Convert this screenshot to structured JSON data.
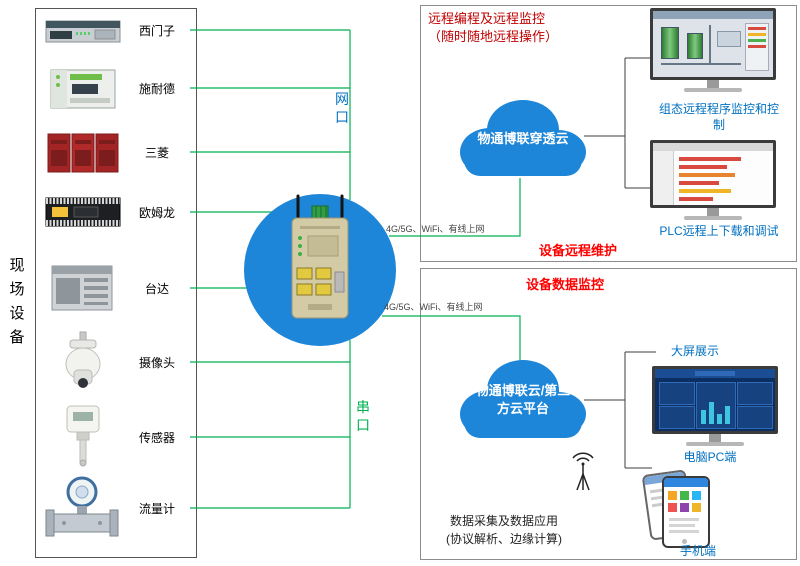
{
  "left_panel": {
    "label": "现场设备",
    "devices": [
      "西门子",
      "施耐德",
      "三菱",
      "欧姆龙",
      "台达",
      "摄像头",
      "传感器",
      "流量计"
    ]
  },
  "gateway": {
    "network_port_label": "网口",
    "serial_port_label": "串口"
  },
  "links": {
    "top": "4G/5G、WiFi、有线上网",
    "bottom": "4G/5G、WiFi、有线上网"
  },
  "remote_panel": {
    "title": "远程编程及远程监控",
    "subtitle": "（随时随地远程操作）",
    "cloud": "物通博联穿透云",
    "monitor1_caption": "组态远程程序监控和控制",
    "monitor2_caption": "PLC远程上下载和调试",
    "badge": "设备远程维护"
  },
  "data_panel": {
    "title": "设备数据监控",
    "cloud": "物通博联云/第三方云平台",
    "big_screen": "大屏展示",
    "pc": "电脑PC端",
    "phone": "手机端",
    "footer1": "数据采集及数据应用",
    "footer2": "(协议解析、边缘计算)"
  },
  "colors": {
    "cloud_blue": "#1d86d8",
    "line_green": "#00b050",
    "caption_blue": "#0070c0",
    "alert_red": "#ff0000",
    "title_maroon": "#c00000"
  }
}
